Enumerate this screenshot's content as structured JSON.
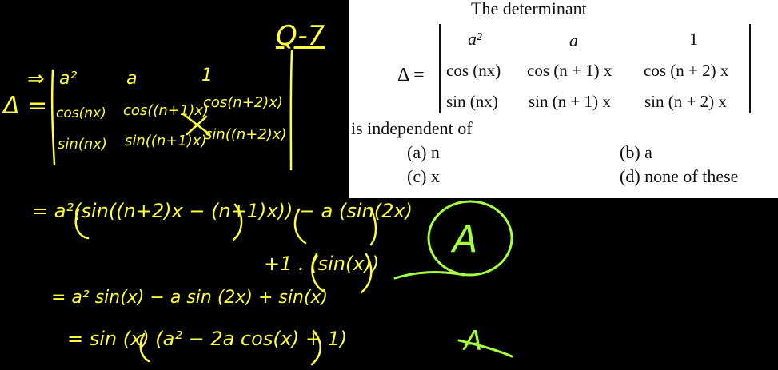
{
  "colors": {
    "board_background": "#000000",
    "ink_yellow": "#ffff3c",
    "ink_green": "#a6ff3c",
    "card_background": "#ffffff",
    "card_text": "#111111"
  },
  "question": {
    "heading": "The determinant",
    "delta_label": "Δ =",
    "matrix": {
      "row1": [
        "a²",
        "a",
        "1"
      ],
      "row2": [
        "cos (nx)",
        "cos (n + 1) x",
        "cos (n + 2) x"
      ],
      "row3": [
        "sin (nx)",
        "sin (n + 1) x",
        "sin (n + 2) x"
      ]
    },
    "prompt": "is independent of",
    "options": {
      "a": "(a)  n",
      "b": "(b)  a",
      "c": "(c)  x",
      "d": "(d)  none of these"
    }
  },
  "handwriting": {
    "question_number": "Q-7",
    "arrow": "⇒",
    "delta": "Δ =",
    "row1": [
      "a²",
      "a",
      "1"
    ],
    "row2": [
      "cos(nx)",
      "cos((n+1)x)",
      "cos(n+2)x)"
    ],
    "row3": [
      "sin(nx)",
      "sin((n+1)x)",
      "sin((n+2)x)"
    ],
    "step1_lead": "= a²(sin((n+2)x − (n+1)x)) − a (sin(2x)",
    "step1_tail": "+1 . (sin(x))",
    "step2": "= a² sin(x) − a sin (2x) + sin(x)",
    "step3": "= sin (x) (a² − 2a cos(x) + 1)",
    "answer": "A",
    "scribble": "A"
  }
}
